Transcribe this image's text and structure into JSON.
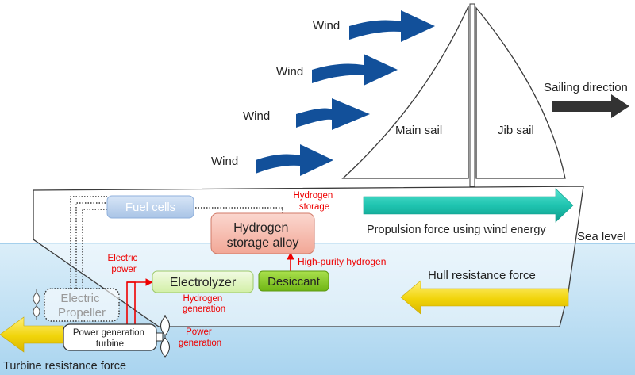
{
  "labels": {
    "wind": [
      "Wind",
      "Wind",
      "Wind",
      "Wind"
    ],
    "main_sail": "Main sail",
    "jib_sail": "Jib sail",
    "sailing_direction": "Sailing direction",
    "propulsion_force": "Propulsion force using wind energy",
    "sea_level": "Sea level",
    "hull_resistance": "Hull resistance force",
    "turbine_resistance": "Turbine resistance force",
    "fuel_cells": "Fuel cells",
    "hydrogen_storage_alloy": [
      "Hydrogen",
      "storage alloy"
    ],
    "electrolyzer": "Electrolyzer",
    "desiccant": "Desiccant",
    "electric_propeller": [
      "Electric",
      "Propeller"
    ],
    "power_generation_turbine": [
      "Power generation",
      "turbine"
    ],
    "hydrogen_storage": [
      "Hydrogen",
      "storage"
    ],
    "high_purity_hydrogen": "High-purity hydrogen",
    "electric_power": [
      "Electric",
      "power"
    ],
    "hydrogen_generation": [
      "Hydrogen",
      "generation"
    ],
    "power_generation": [
      "Power",
      "generation"
    ]
  },
  "colors": {
    "sea_top": "#dbeef9",
    "sea_bottom": "#a9d4ef",
    "wind_arrow": "#12509a",
    "propulsion_arrow": "#1fc4b0",
    "resistance_arrow": "#f1d40a",
    "sailing_arrow": "#333333",
    "flow_red": "#ee0000",
    "fuel_cells_fill": "#c6d9f1",
    "fuel_cells_text": "#ffffff",
    "alloy_fill": "#f7c0b4",
    "electrolyzer_fill": "#e2f5c4",
    "desiccant_fill": "#8ccf2a"
  }
}
